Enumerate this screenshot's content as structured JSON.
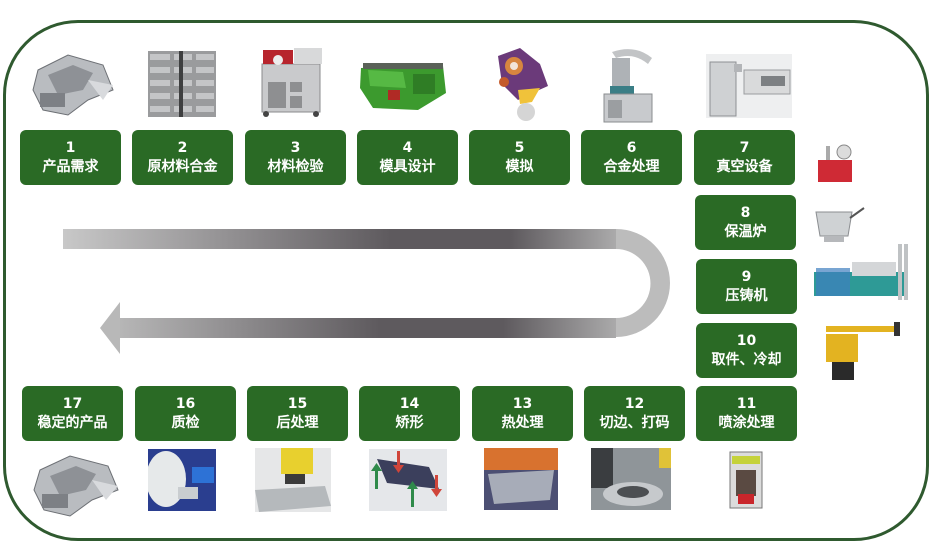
{
  "diagram": {
    "title": "Die casting process flow",
    "frame_color": "#2f5a2f",
    "box_color": "#2a6a25",
    "text_color": "#ffffff",
    "steps": [
      {
        "num": "1",
        "label": "产品需求",
        "image": "cast-part-image"
      },
      {
        "num": "2",
        "label": "原材料合金",
        "image": "alloy-ingots-image"
      },
      {
        "num": "3",
        "label": "材料检验",
        "image": "spectrometer-cart-image"
      },
      {
        "num": "4",
        "label": "模具设计",
        "image": "mold-model-image"
      },
      {
        "num": "5",
        "label": "模拟",
        "image": "simulation-image"
      },
      {
        "num": "6",
        "label": "合金处理",
        "image": "alloy-treatment-machine-image"
      },
      {
        "num": "7",
        "label": "真空设备",
        "image": "vacuum-equipment-image"
      },
      {
        "num": "8",
        "label": "保温炉",
        "image": "holding-furnace-image"
      },
      {
        "num": "9",
        "label": "压铸机",
        "image": "die-casting-machine-image"
      },
      {
        "num": "10",
        "label": "取件、冷却",
        "image": "extraction-robot-image"
      },
      {
        "num": "11",
        "label": "喷涂处理",
        "image": "spray-machine-image"
      },
      {
        "num": "12",
        "label": "切边、打码",
        "image": "trimming-press-image"
      },
      {
        "num": "13",
        "label": "热处理",
        "image": "heat-treatment-image"
      },
      {
        "num": "14",
        "label": "矫形",
        "image": "straightening-image"
      },
      {
        "num": "15",
        "label": "后处理",
        "image": "machining-robot-image"
      },
      {
        "num": "16",
        "label": "质检",
        "image": "inspection-image"
      },
      {
        "num": "17",
        "label": "稳定的产品",
        "image": "final-product-image"
      }
    ],
    "flow_arrow": {
      "shape": "u-turn",
      "direction": "right-then-left",
      "gradient_colors": [
        "#c8c8c8",
        "#5e5a5e",
        "#c8c8c8"
      ]
    }
  }
}
